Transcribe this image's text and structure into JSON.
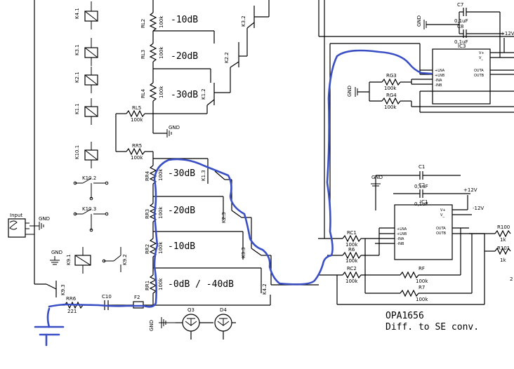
{
  "rl_labels": [
    {
      "ref": "RL2",
      "val": "100k"
    },
    {
      "ref": "RL3",
      "val": "100k"
    },
    {
      "ref": "RL4",
      "val": "100k"
    },
    {
      "ref": "RL5",
      "val": "100k"
    },
    {
      "ref": "RR5",
      "val": "100k"
    }
  ],
  "left_attn": [
    "-10dB",
    "-20dB",
    "-30dB"
  ],
  "right_attn": [
    "-30dB",
    "-20dB",
    "-10dB",
    "-0dB / -40dB"
  ],
  "rr_labels": [
    "RR4",
    "RR3",
    "RR2",
    "RR1"
  ],
  "rr_val": "100k",
  "relays_left": [
    "K4.1",
    "K3.1",
    "K2.1",
    "K1.1",
    "K10.1",
    "K10.2",
    "K10.3"
  ],
  "relays_mid": [
    "K3.2",
    "K2.2",
    "K1.2"
  ],
  "relays_right": [
    "K1.3",
    "K2.3",
    "K3.3",
    "K4.2"
  ],
  "misc": {
    "input": "Input",
    "gnd": "GND",
    "k9_1": "K9.1",
    "k9_2": "K9.2",
    "k9_3": "K9.3",
    "rr6": "RR6",
    "rr6_val": "221",
    "c10": "C10",
    "f2": "F2",
    "q3": "Q3",
    "d4": "D4"
  },
  "ic1": {
    "name": "IC1",
    "pins_left": [
      "+LNA",
      "+LNB",
      "-INA",
      "-INB"
    ],
    "pins_right": [
      "OUTA",
      "OUTB"
    ],
    "vplus": "V+",
    "vminus": "V_",
    "c1": "C1",
    "c1v": "0,1uF",
    "c2": "C2",
    "c2v": "0,1uF",
    "p12": "+12V",
    "m12": "-12V",
    "rc1": "RC1",
    "r6": "R6",
    "rc2": "RC2",
    "res": "100k",
    "rf": "RF",
    "r7": "R7"
  },
  "ic3": {
    "name": "IC3",
    "pins_left": [
      "+LNA",
      "+LNB",
      "-INA",
      "-INB"
    ],
    "pins_right": [
      "OUTA",
      "OUTB"
    ],
    "vplus": "V+",
    "vminus": "V_",
    "c7": "C7",
    "c7v": "0,1uF",
    "c8": "C8",
    "c8v": "0,1uF",
    "p12": "+12V",
    "rg3": "RG3",
    "rg4": "RG4",
    "res": "100k"
  },
  "out_res": {
    "r100": "R100",
    "r101": "R101",
    "val": "1k"
  },
  "caption": {
    "line1": "OPA1656",
    "line2": "Diff. to SE conv."
  }
}
